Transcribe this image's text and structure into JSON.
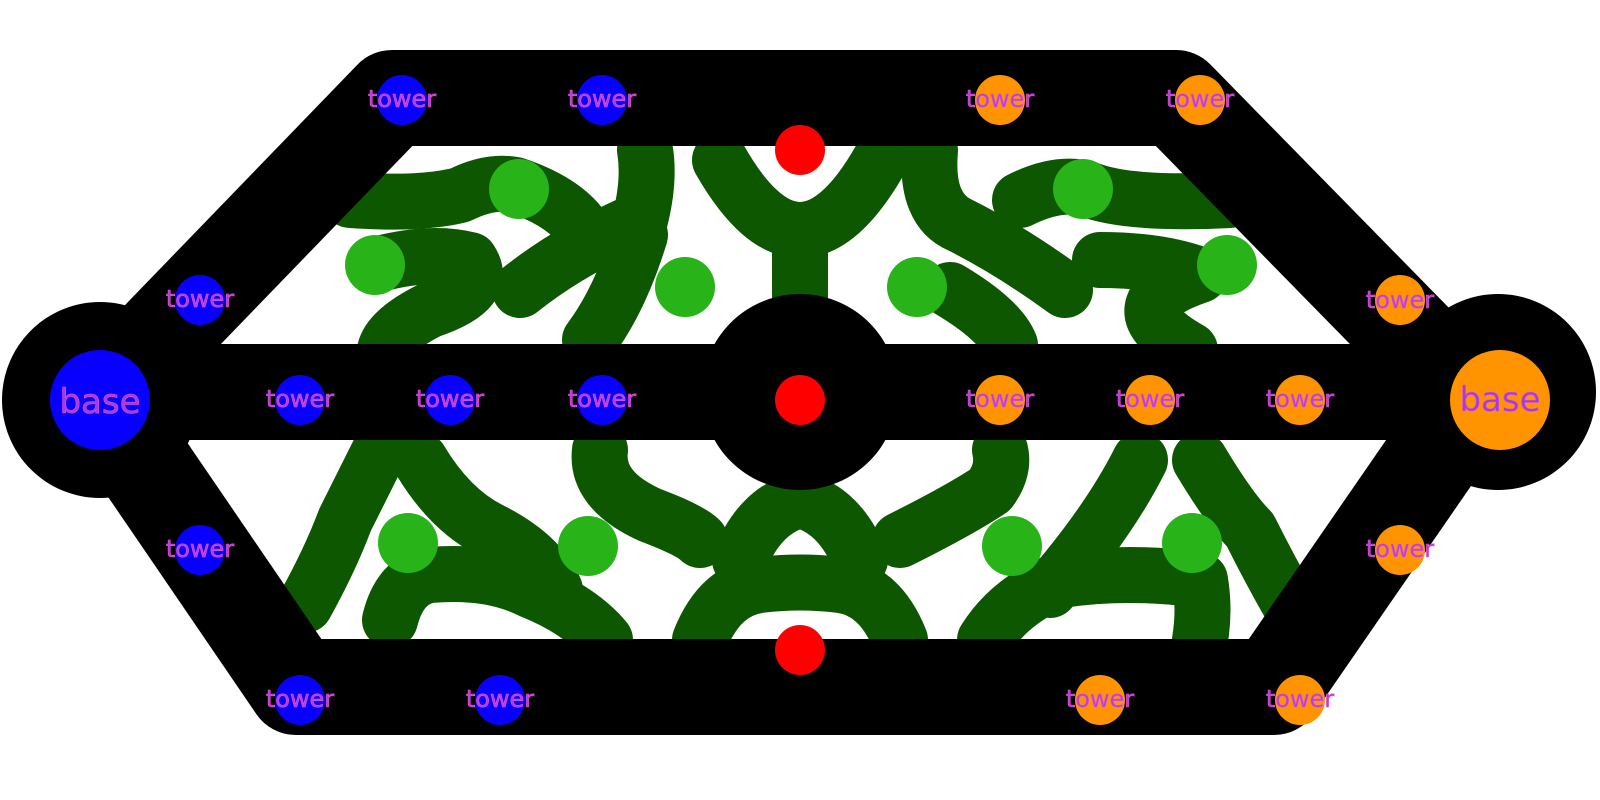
{
  "labels": {
    "tower": "tower",
    "base": "base"
  },
  "colors": {
    "lane": "#000000",
    "jungle_path": "#0d5700",
    "camp": "#28b418",
    "team_blue": "#0800ff",
    "team_orange": "#ff9400",
    "objective": "#ff0000",
    "label_fill": "#b23bf0",
    "label_stroke": "#e455c8",
    "background": "#ffffff"
  },
  "teams": [
    {
      "id": "blue",
      "color_key": "team_blue",
      "base_label": "base",
      "tower_count": 9
    },
    {
      "id": "orange",
      "color_key": "team_orange",
      "base_label": "base",
      "tower_count": 9
    }
  ],
  "objective_count": 3,
  "camp_count": 10
}
